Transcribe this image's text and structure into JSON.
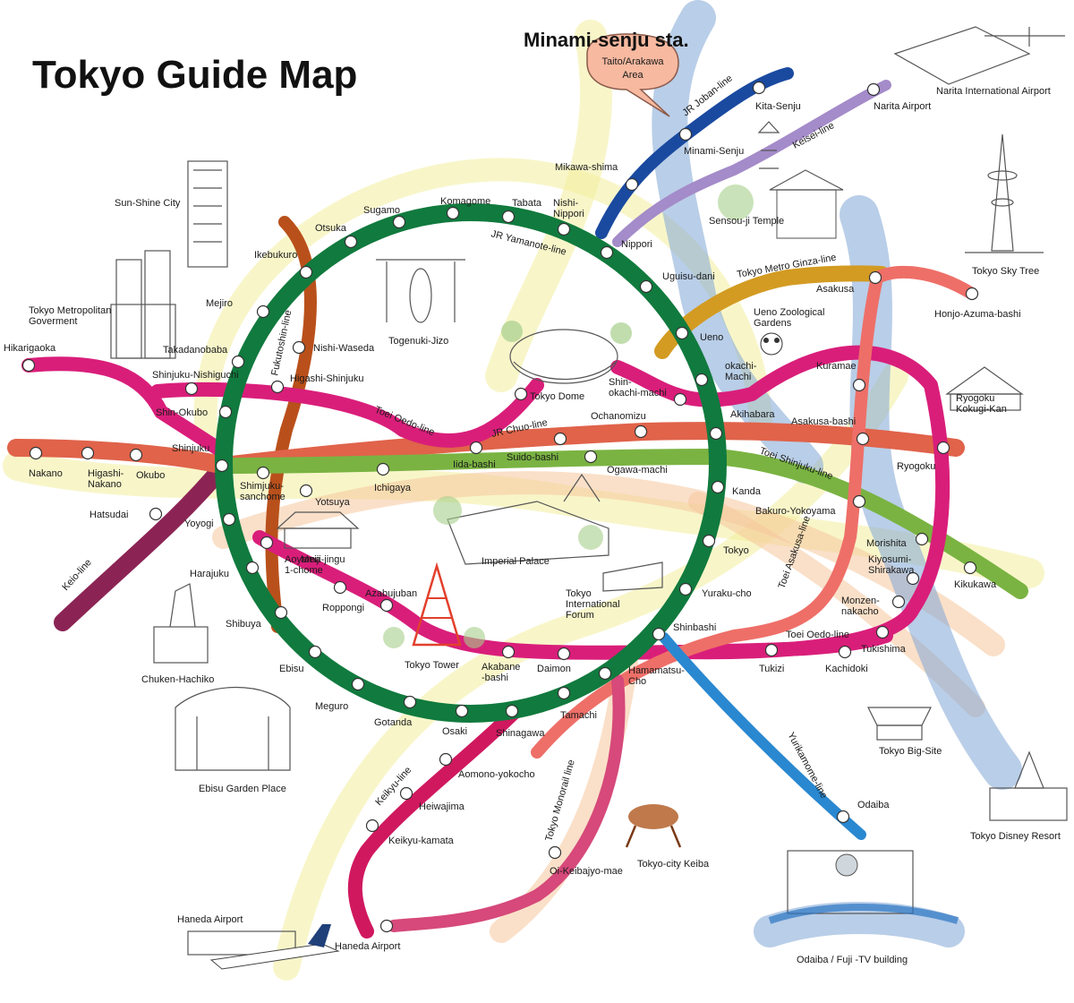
{
  "title": "Tokyo Guide Map",
  "subtitle": "Minami-senju sta.",
  "callout": {
    "text": [
      "Taito/Arakawa",
      "Area"
    ],
    "color": "#f7b9a0"
  },
  "colors": {
    "yamanote": "#117a3e",
    "oedo": "#d91e7a",
    "chuo": "#e0634a",
    "shinjuku": "#7ab342",
    "joban": "#1a4aa0",
    "keisei": "#a48bc9",
    "ginza": "#d39b22",
    "asakusa": "#ee6f68",
    "keio": "#8b2455",
    "fukutoshin": "#b9501b",
    "yurikamome": "#2a88d0",
    "keikyu": "#d0185f",
    "monorail": "#d6497a",
    "river": "#7fa6d6",
    "wash_yellow": "#f2ef9d",
    "wash_orange": "#f6c79d"
  },
  "lines": [
    {
      "id": "jr-yamanote",
      "label": "JR Yamanote-line"
    },
    {
      "id": "toei-oedo",
      "label": "Toei Oedo-line"
    },
    {
      "id": "toei-oedo-south",
      "label": "Toei Oedo-line"
    },
    {
      "id": "jr-chuo",
      "label": "JR Chuo-line"
    },
    {
      "id": "toei-shinjuku",
      "label": "Toei Shinjuku-line"
    },
    {
      "id": "jr-joban",
      "label": "JR Joban-line"
    },
    {
      "id": "keisei",
      "label": "Keisei-line"
    },
    {
      "id": "ginza",
      "label": "Tokyo Metro Ginza-line"
    },
    {
      "id": "toei-asakusa",
      "label": "Toei Asakusa-line"
    },
    {
      "id": "keio",
      "label": "Keio-line"
    },
    {
      "id": "fukutoshin",
      "label": "Fukutoshin-line"
    },
    {
      "id": "yurikamome",
      "label": "Yurikamome-line"
    },
    {
      "id": "keikyu",
      "label": "Keikyu-line"
    },
    {
      "id": "monorail",
      "label": "Tokyo Monorail line"
    }
  ],
  "stations": [
    {
      "id": "komagome",
      "label": [
        "Komagome"
      ]
    },
    {
      "id": "tabata",
      "label": [
        "Tabata"
      ]
    },
    {
      "id": "nishi-nippori",
      "label": [
        "Nishi-",
        "Nippori"
      ]
    },
    {
      "id": "nippori",
      "label": [
        "Nippori"
      ]
    },
    {
      "id": "uguisu-dani",
      "label": [
        "Uguisu-dani"
      ]
    },
    {
      "id": "ueno",
      "label": [
        "Ueno"
      ]
    },
    {
      "id": "okachi-machi",
      "label": [
        "okachi-",
        "Machi"
      ]
    },
    {
      "id": "akihabara",
      "label": [
        "Akihabara"
      ]
    },
    {
      "id": "kanda",
      "label": [
        "Kanda"
      ]
    },
    {
      "id": "tokyo",
      "label": [
        "Tokyo"
      ]
    },
    {
      "id": "yuraku-cho",
      "label": [
        "Yuraku-cho"
      ]
    },
    {
      "id": "shinbashi",
      "label": [
        "Shinbashi"
      ]
    },
    {
      "id": "hamamatsu-cho",
      "label": [
        "Hamamatsu-",
        "Cho"
      ]
    },
    {
      "id": "tamachi",
      "label": [
        "Tamachi"
      ]
    },
    {
      "id": "shinagawa",
      "label": [
        "Shinagawa"
      ]
    },
    {
      "id": "osaki",
      "label": [
        "Osaki"
      ]
    },
    {
      "id": "gotanda",
      "label": [
        "Gotanda"
      ]
    },
    {
      "id": "meguro",
      "label": [
        "Meguro"
      ]
    },
    {
      "id": "ebisu",
      "label": [
        "Ebisu"
      ]
    },
    {
      "id": "shibuya",
      "label": [
        "Shibuya"
      ]
    },
    {
      "id": "harajuku",
      "label": [
        "Harajuku"
      ]
    },
    {
      "id": "yoyogi",
      "label": [
        "Yoyogi"
      ]
    },
    {
      "id": "shinjuku",
      "label": [
        "Shinjuku"
      ]
    },
    {
      "id": "shin-okubo",
      "label": [
        "Shin-Okubo"
      ]
    },
    {
      "id": "takadanobaba",
      "label": [
        "Takadanobaba"
      ]
    },
    {
      "id": "mejiro",
      "label": [
        "Mejiro"
      ]
    },
    {
      "id": "ikebukuro",
      "label": [
        "Ikebukuro"
      ]
    },
    {
      "id": "otsuka",
      "label": [
        "Otsuka"
      ]
    },
    {
      "id": "sugamo",
      "label": [
        "Sugamo"
      ]
    },
    {
      "id": "hikarigaoka",
      "label": [
        "Hikarigaoka"
      ]
    },
    {
      "id": "shinjuku-nishiguchi",
      "label": [
        "Shinjuku-Nishiguchi"
      ]
    },
    {
      "id": "higashi-shinjuku",
      "label": [
        "Higashi-Shinjuku"
      ]
    },
    {
      "id": "nishi-waseda",
      "label": [
        "Nishi-Waseda"
      ]
    },
    {
      "id": "tokyo-dome",
      "label": [
        "Tokyo Dome"
      ]
    },
    {
      "id": "shin-okachi-machi",
      "label": [
        "Shin-",
        "okachi-machi"
      ]
    },
    {
      "id": "kuramae",
      "label": [
        "Kuramae"
      ]
    },
    {
      "id": "asakusa-bashi",
      "label": [
        "Asakusa-bashi"
      ]
    },
    {
      "id": "ryogoku",
      "label": [
        "Ryogoku"
      ]
    },
    {
      "id": "ochanomizu",
      "label": [
        "Ochanomizu"
      ]
    },
    {
      "id": "suido-bashi",
      "label": [
        "Suido-bashi"
      ]
    },
    {
      "id": "iida-bashi",
      "label": [
        "Iida-bashi"
      ]
    },
    {
      "id": "ogawa-machi",
      "label": [
        "Ogawa-machi"
      ]
    },
    {
      "id": "ichigaya",
      "label": [
        "Ichigaya"
      ]
    },
    {
      "id": "yotsuya",
      "label": [
        "Yotsuya"
      ]
    },
    {
      "id": "shimjuku-sanchome",
      "label": [
        "Shimjuku-",
        "sanchome"
      ]
    },
    {
      "id": "nakano",
      "label": [
        "Nakano"
      ]
    },
    {
      "id": "higashi-nakano",
      "label": [
        "Higashi-",
        "Nakano"
      ]
    },
    {
      "id": "okubo",
      "label": [
        "Okubo"
      ]
    },
    {
      "id": "hatsudai",
      "label": [
        "Hatsudai"
      ]
    },
    {
      "id": "bakuro-yokoyama",
      "label": [
        "Bakuro-Yokoyama"
      ]
    },
    {
      "id": "morishita",
      "label": [
        "Morishita"
      ]
    },
    {
      "id": "kikukawa",
      "label": [
        "Kikukawa"
      ]
    },
    {
      "id": "kiyosumi-shirakawa",
      "label": [
        "Kiyosumi-",
        "Shirakawa"
      ]
    },
    {
      "id": "monzen-nakacho",
      "label": [
        "Monzen-",
        "nakacho"
      ]
    },
    {
      "id": "tukishima",
      "label": [
        "Tukishima"
      ]
    },
    {
      "id": "kachidoki",
      "label": [
        "Kachidoki"
      ]
    },
    {
      "id": "tukizi",
      "label": [
        "Tukizi"
      ]
    },
    {
      "id": "daimon",
      "label": [
        "Daimon"
      ]
    },
    {
      "id": "akabane-bashi",
      "label": [
        "Akabane",
        "-bashi"
      ]
    },
    {
      "id": "azabujuban",
      "label": [
        "Azabujuban"
      ]
    },
    {
      "id": "roppongi",
      "label": [
        "Roppongi"
      ]
    },
    {
      "id": "aoyama-1-chome",
      "label": [
        "Aoyama",
        "1-chome"
      ]
    },
    {
      "id": "asakusa",
      "label": [
        "Asakusa"
      ]
    },
    {
      "id": "honjo-azuma-bashi",
      "label": [
        "Honjo-Azuma-bashi"
      ]
    },
    {
      "id": "mikawa-shima",
      "label": [
        "Mikawa-shima"
      ]
    },
    {
      "id": "minami-senju",
      "label": [
        "Minami-Senju"
      ]
    },
    {
      "id": "kita-senju",
      "label": [
        "Kita-Senju"
      ]
    },
    {
      "id": "narita-airport",
      "label": [
        "Narita Airport"
      ]
    },
    {
      "id": "odaiba",
      "label": [
        "Odaiba"
      ]
    },
    {
      "id": "aomono-yokocho",
      "label": [
        "Aomono-yokocho"
      ]
    },
    {
      "id": "heiwajima",
      "label": [
        "Heiwajima"
      ]
    },
    {
      "id": "keikyu-kamata",
      "label": [
        "Keikyu-kamata"
      ]
    },
    {
      "id": "haneda-airport",
      "label": [
        "Haneda Airport"
      ]
    },
    {
      "id": "oi-keibajyo-mae",
      "label": [
        "Oi-Keibajyo-mae"
      ]
    }
  ],
  "landmarks": [
    {
      "id": "sunshine-city",
      "label": [
        "Sun-Shine City"
      ]
    },
    {
      "id": "tokyo-metropolitan-government",
      "label": [
        "Tokyo Metropolitan",
        "Goverment"
      ]
    },
    {
      "id": "togenuki-jizo",
      "label": [
        "Togenuki-Jizo"
      ]
    },
    {
      "id": "sensou-ji-temple",
      "label": [
        "Sensou-ji Temple"
      ]
    },
    {
      "id": "ueno-zoological-gardens",
      "label": [
        "Ueno Zoological",
        "Gardens"
      ]
    },
    {
      "id": "tokyo-sky-tree",
      "label": [
        "Tokyo Sky Tree"
      ]
    },
    {
      "id": "narita-international-airport",
      "label": [
        "Narita International Airport"
      ]
    },
    {
      "id": "ryogoku-kokugi-kan",
      "label": [
        "Ryogoku",
        "Kokugi-Kan"
      ]
    },
    {
      "id": "meiji-jingu",
      "label": [
        "Meiji-jingu"
      ]
    },
    {
      "id": "imperial-palace",
      "label": [
        "Imperial Palace"
      ]
    },
    {
      "id": "tokyo-international-forum",
      "label": [
        "Tokyo",
        "International",
        "Forum"
      ]
    },
    {
      "id": "tokyo-tower",
      "label": [
        "Tokyo Tower"
      ]
    },
    {
      "id": "chuken-hachiko",
      "label": [
        "Chuken-Hachiko"
      ]
    },
    {
      "id": "ebisu-garden-place",
      "label": [
        "Ebisu Garden Place"
      ]
    },
    {
      "id": "tokyo-big-site",
      "label": [
        "Tokyo Big-Site"
      ]
    },
    {
      "id": "tokyo-disney-resort",
      "label": [
        "Tokyo Disney Resort"
      ]
    },
    {
      "id": "tokyo-city-keiba",
      "label": [
        "Tokyo-city Keiba"
      ]
    },
    {
      "id": "odaiba-fuji-tv",
      "label": [
        "Odaiba / Fuji -TV building"
      ]
    },
    {
      "id": "haneda-airport-landmark",
      "label": [
        "Haneda Airport"
      ]
    }
  ]
}
